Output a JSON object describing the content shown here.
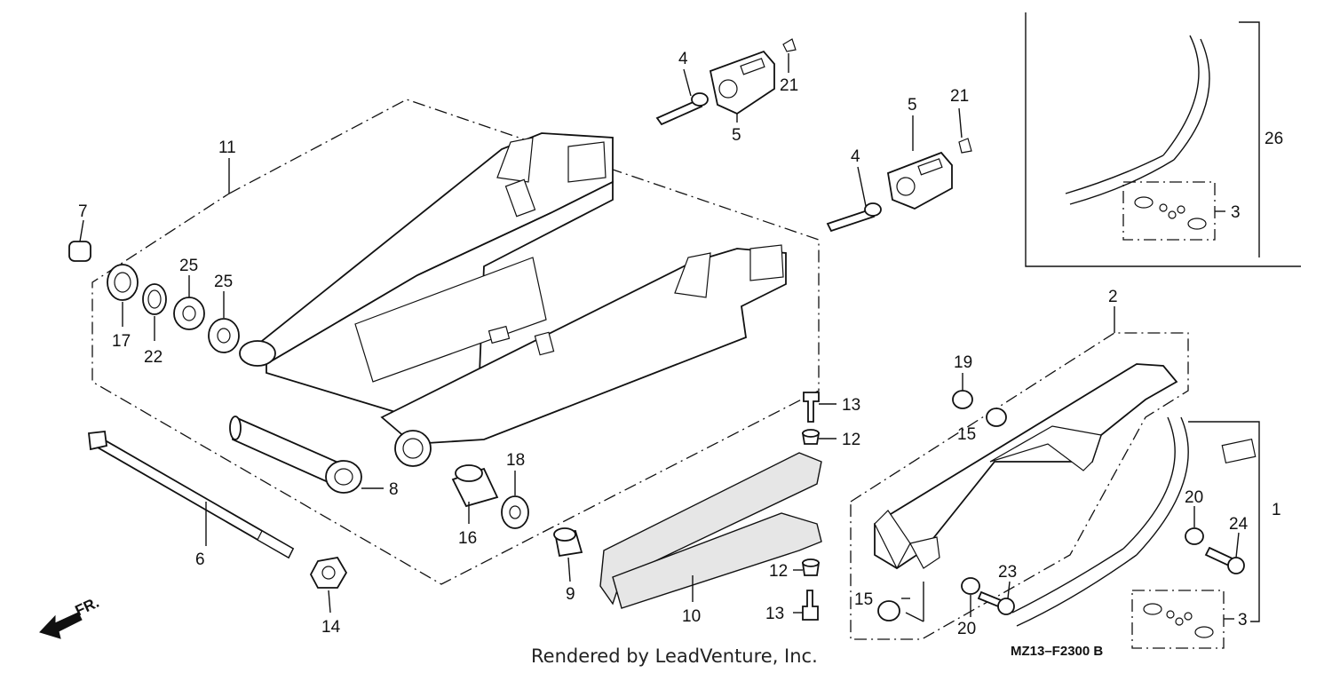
{
  "diagram": {
    "footer": "Rendered by LeadVenture, Inc.",
    "figure_code": "MZ13–F2300 B",
    "direction_label": "FR.",
    "callouts": {
      "c1": "1",
      "c2": "2",
      "c3a": "3",
      "c3b": "3",
      "c4a": "4",
      "c4b": "4",
      "c5a": "5",
      "c5b": "5",
      "c6": "6",
      "c7": "7",
      "c8": "8",
      "c9": "9",
      "c10": "10",
      "c11": "11",
      "c12a": "12",
      "c12b": "12",
      "c13a": "13",
      "c13b": "13",
      "c14": "14",
      "c15a": "15",
      "c15b": "15",
      "c16": "16",
      "c17": "17",
      "c18": "18",
      "c19": "19",
      "c20a": "20",
      "c20b": "20",
      "c21a": "21",
      "c21b": "21",
      "c22": "22",
      "c23": "23",
      "c24": "24",
      "c25a": "25",
      "c25b": "25",
      "c26": "26"
    }
  }
}
